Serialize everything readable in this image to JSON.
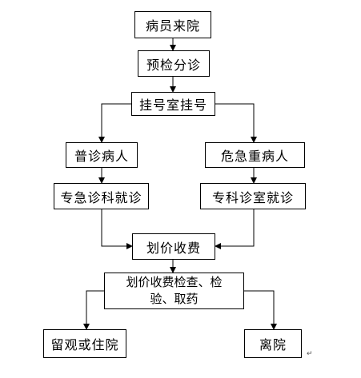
{
  "flowchart": {
    "nodes": {
      "patient_arrival": "病员来院",
      "pre_check_triage": "预检分诊",
      "registration": "挂号室挂号",
      "general_patient": "普诊病人",
      "critical_patient": "危急重病人",
      "emergency_specialty_visit": "专急诊科就诊",
      "specialty_clinic_visit": "专科诊室就诊",
      "billing_payment": "划价收费",
      "billing_exam_line1": "划价收费检查、检",
      "billing_exam_line2": "验、取药",
      "observation_or_admission": "留观或住院",
      "discharge": "离院"
    },
    "edges": [
      [
        "patient_arrival",
        "pre_check_triage"
      ],
      [
        "pre_check_triage",
        "registration"
      ],
      [
        "registration",
        "general_patient"
      ],
      [
        "registration",
        "critical_patient"
      ],
      [
        "general_patient",
        "emergency_specialty_visit"
      ],
      [
        "critical_patient",
        "specialty_clinic_visit"
      ],
      [
        "emergency_specialty_visit",
        "billing_payment"
      ],
      [
        "specialty_clinic_visit",
        "billing_payment"
      ],
      [
        "billing_payment",
        "billing_exam"
      ],
      [
        "billing_exam",
        "observation_or_admission"
      ],
      [
        "billing_exam",
        "discharge"
      ]
    ],
    "return_mark": "↵",
    "line_color": "#000000"
  }
}
